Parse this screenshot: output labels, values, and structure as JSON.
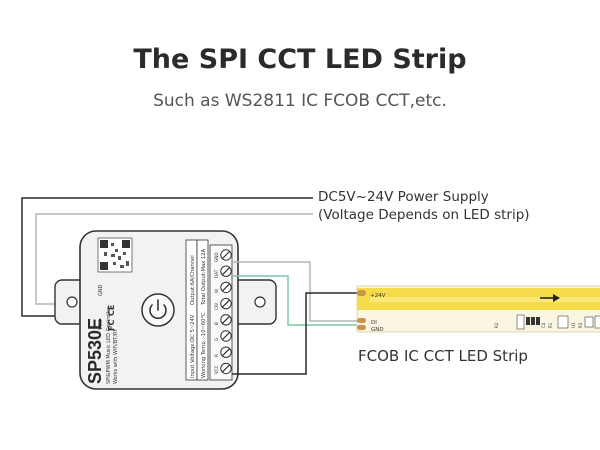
{
  "header": {
    "title": "The SPI CCT LED Strip",
    "subtitle": "Such as WS2811 IC FCOB CCT,etc."
  },
  "power_supply": {
    "line1": "DC5V~24V Power Supply",
    "line2": "(Voltage Depends on LED strip)"
  },
  "controller": {
    "model": "SP530E",
    "product_line": "SPI&PWM Music LED Controller",
    "compat": "Works with WiFi/BT/RF",
    "specs": [
      "Input Voltage:DC 5~24V",
      "Output:6A/Channel",
      "Working Temp.:-10~60°C",
      "Total Output:Max 12A"
    ],
    "terminal_labels": [
      "GND",
      "DAT",
      "W",
      "CW",
      "B",
      "G",
      "R",
      "VCC"
    ],
    "left_labels": [
      "GND",
      "VCC"
    ],
    "marks": [
      "CE",
      "FC"
    ]
  },
  "strip": {
    "label": "FCOB IC CCT LED Strip",
    "pad_labels": [
      "+24V",
      "DI",
      "GND"
    ],
    "chip_labels": [
      "R2",
      "C4",
      "R1",
      "U1",
      "R3"
    ]
  },
  "colors": {
    "wire_dark": "#2a2a2a",
    "wire_gray": "#b5b5b5",
    "wire_green": "#7cc7a4",
    "strip_yellow": "#f6dc4a",
    "strip_white": "#faf6e2",
    "pad_copper": "#c89450",
    "controller_body": "#f2f2f2",
    "controller_outline": "#333333"
  }
}
